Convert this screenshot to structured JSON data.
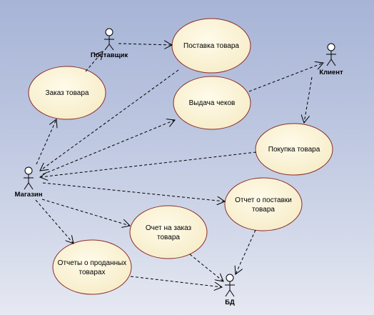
{
  "actors": {
    "supplier": "Поставщик",
    "client": "Клиент",
    "store": "Магазин",
    "db": "БД"
  },
  "use_cases": {
    "supply": "Поставка товара",
    "order": "Заказ товара",
    "receipts": "Выдача чеков",
    "purchase": "Покупка товара",
    "supply_report": "Отчет о поставки товара",
    "order_invoice": "Очет на заказ товара",
    "sold_reports": "Отчеты о проданных товарах"
  },
  "colors": {
    "usecase_fill": "#fbf4d9",
    "usecase_stroke": "#8b2b2b",
    "line": "#000000"
  }
}
